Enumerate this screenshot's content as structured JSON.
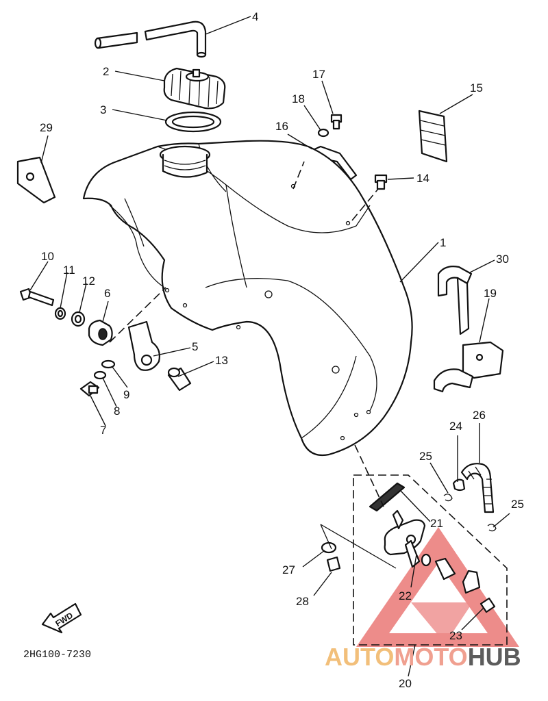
{
  "diagram_code": "2HG100-7230",
  "fwd_label": "FWD",
  "watermark": {
    "brand_parts": [
      "AUTO",
      "MOTO",
      "HUB"
    ],
    "colors": [
      "#f2bf7a",
      "#f0a090",
      "#5c5c5c"
    ],
    "logo_color": "#e2403e"
  },
  "callouts": {
    "c1": "1",
    "c2": "2",
    "c3": "3",
    "c4": "4",
    "c5": "5",
    "c6": "6",
    "c7": "7",
    "c8": "8",
    "c9": "9",
    "c10": "10",
    "c11": "11",
    "c12": "12",
    "c13": "13",
    "c14": "14",
    "c15": "15",
    "c16": "16",
    "c17": "17",
    "c18": "18",
    "c19": "19",
    "c20": "20",
    "c21": "21",
    "c22": "22",
    "c23": "23",
    "c24": "24",
    "c25a": "25",
    "c25b": "25",
    "c26": "26",
    "c27": "27",
    "c28": "28",
    "c29": "29",
    "c30": "30"
  }
}
